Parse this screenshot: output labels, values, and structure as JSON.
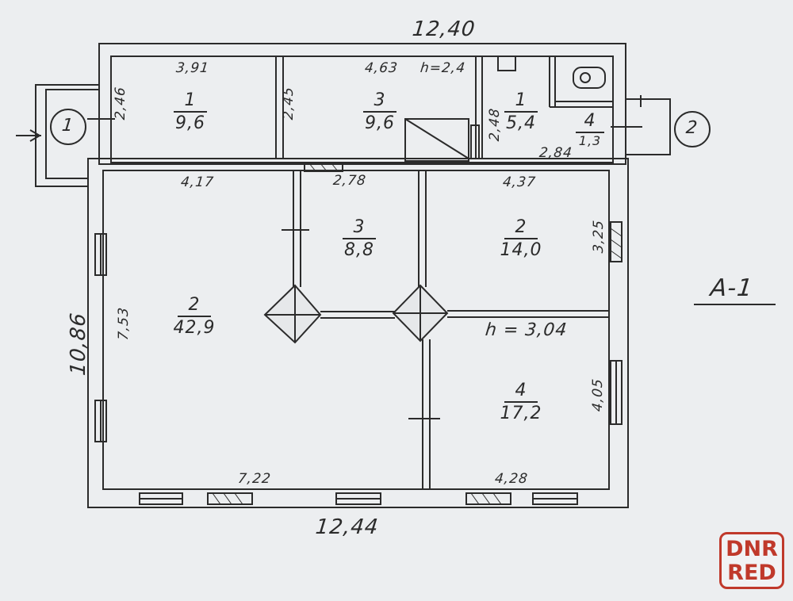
{
  "plan_code": "А-1",
  "ceiling_heights": {
    "main": "h = 3,04",
    "rear": "h=2,4"
  },
  "overall_dimensions": {
    "top": "12,40",
    "bottom": "12,44",
    "left": "10,86"
  },
  "entrances": {
    "left": "1",
    "right": "2"
  },
  "rooms": [
    {
      "id": "rear-room-1",
      "number": "1",
      "area": "9,6"
    },
    {
      "id": "rear-room-3",
      "number": "3",
      "area": "9,6"
    },
    {
      "id": "rear-room-1b",
      "number": "1",
      "area": "5,4"
    },
    {
      "id": "rear-room-4",
      "number": "4",
      "area": "1,3"
    },
    {
      "id": "room-2-large",
      "number": "2",
      "area": "42,9"
    },
    {
      "id": "room-3-mid",
      "number": "3",
      "area": "8,8"
    },
    {
      "id": "room-2-right",
      "number": "2",
      "area": "14,0"
    },
    {
      "id": "room-4-right",
      "number": "4",
      "area": "17,2"
    }
  ],
  "dimensions": {
    "d_391": "3,91",
    "d_463": "4,63",
    "d_246": "2,46",
    "d_245": "2,45",
    "d_248": "2,48",
    "d_284": "2,84",
    "d_417": "4,17",
    "d_278": "2,78",
    "d_437": "4,37",
    "d_325": "3,25",
    "d_753": "7,53",
    "d_405": "4,05",
    "d_722": "7,22",
    "d_428": "4,28"
  },
  "watermark": {
    "line1": "DNR",
    "line2": "RED",
    "color": "#c0392b"
  },
  "colors": {
    "paper": "#eceef0",
    "ink": "#2b2b2b"
  }
}
